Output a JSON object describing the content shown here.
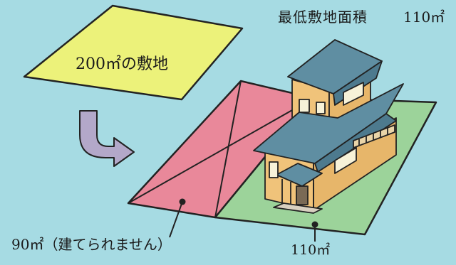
{
  "header": {
    "title": "最低敷地面積",
    "min_area": "110㎡"
  },
  "original_lot": {
    "label": "200㎡の敷地",
    "color": "#ecf27a"
  },
  "unbuildable": {
    "label": "90㎡（建てられません）",
    "color": "#e9889a"
  },
  "buildable": {
    "label": "110㎡",
    "color": "#9cd39a"
  },
  "colors": {
    "background": "#a6dbe3",
    "arrow": "#b3a8c9",
    "house_wall": "#f0c37a",
    "house_roof": "#5f8ea2"
  },
  "icons": [
    "curved-arrow-icon",
    "house-icon"
  ]
}
